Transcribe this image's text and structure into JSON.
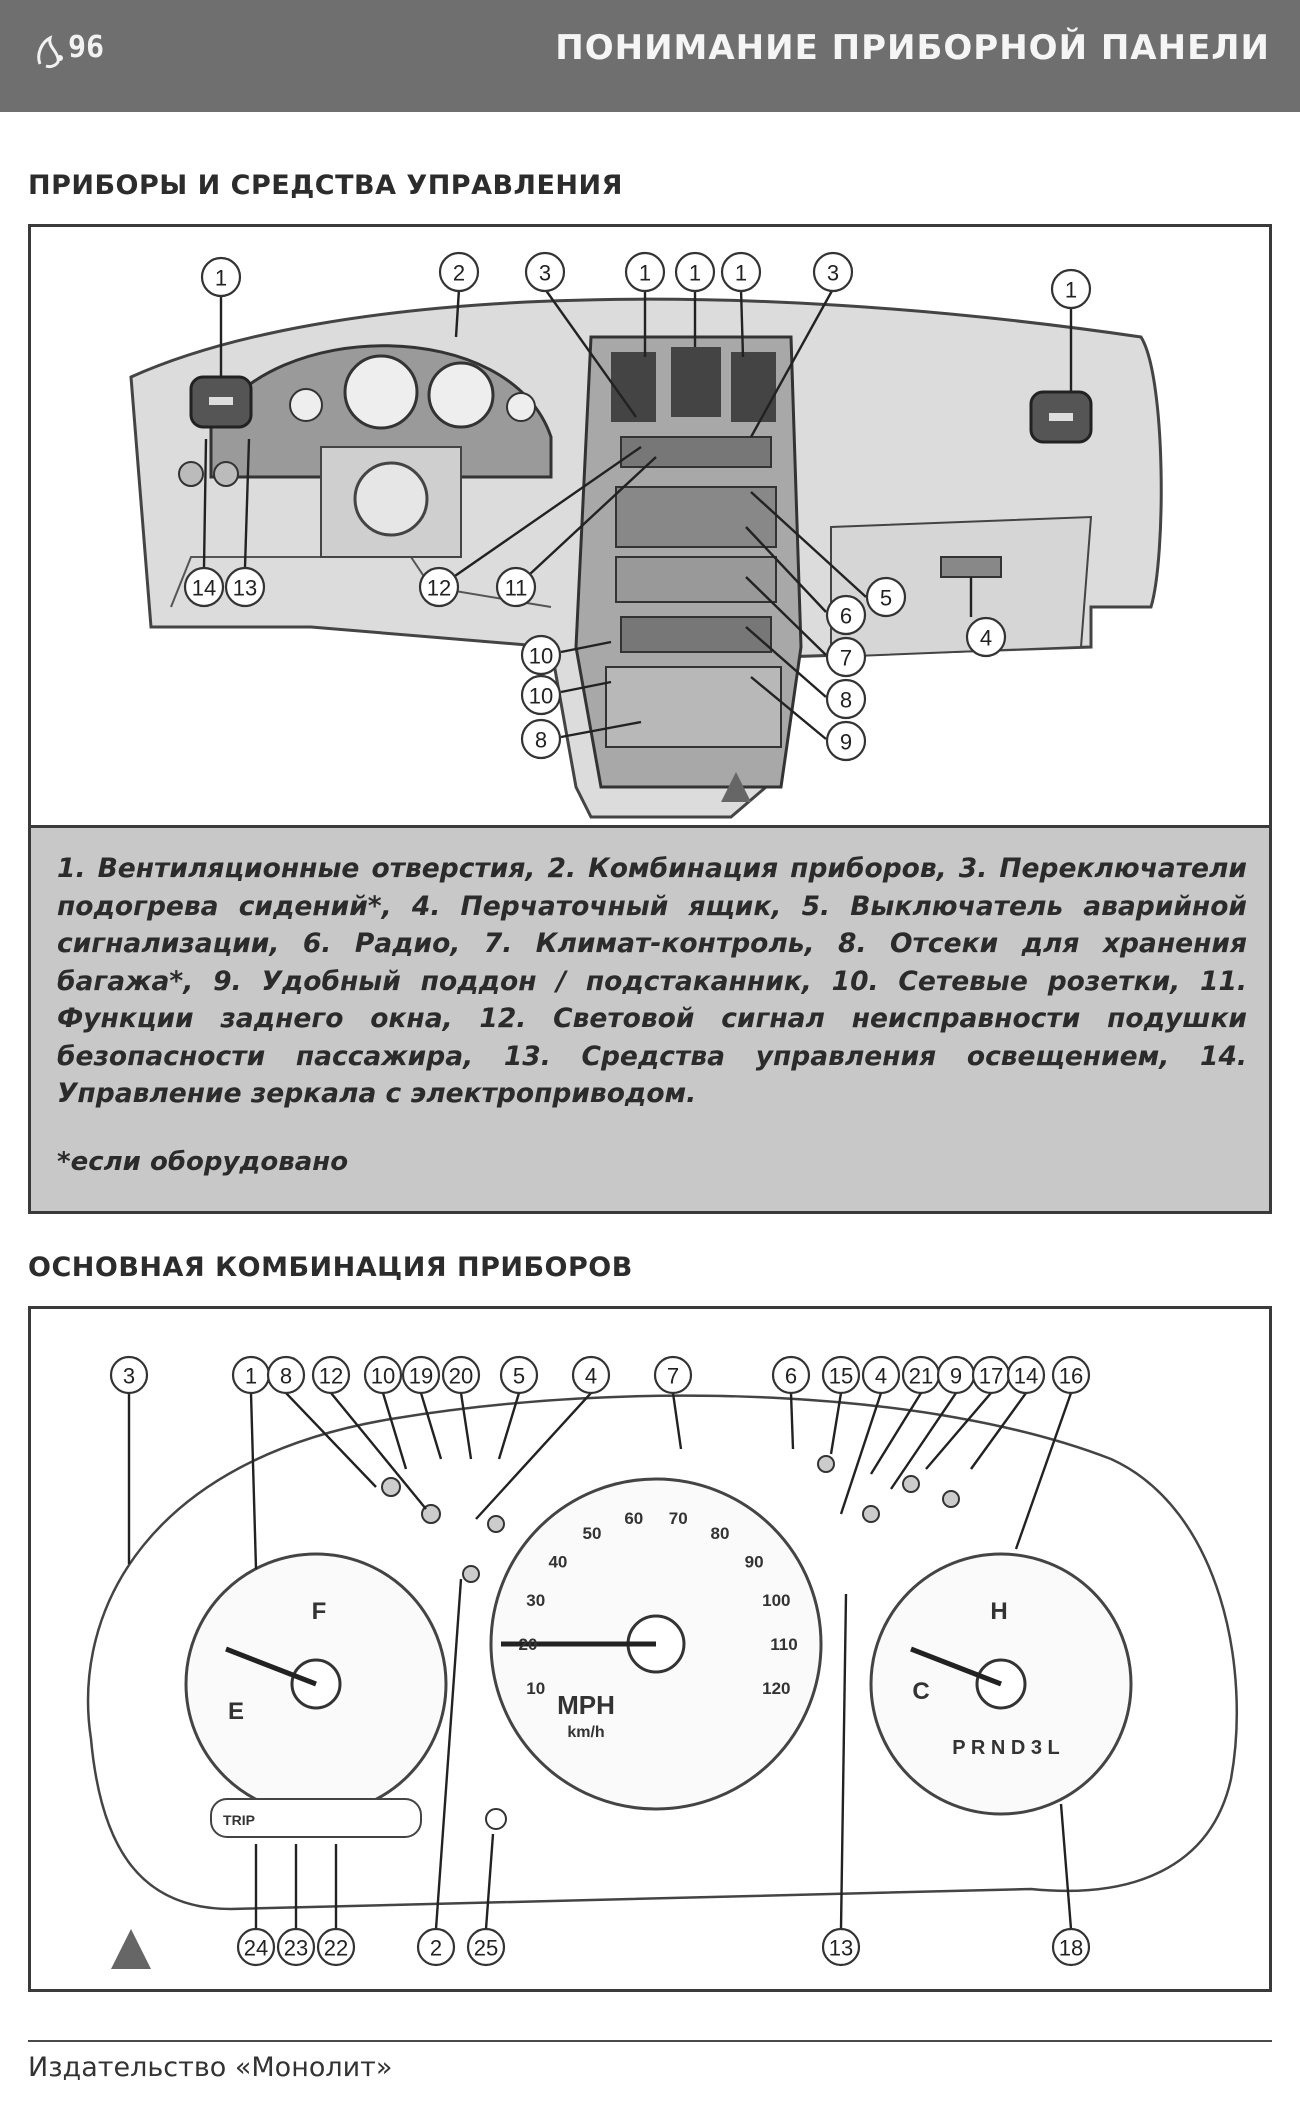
{
  "header": {
    "page_number": "96",
    "title": "ПОНИМАНИЕ ПРИБОРНОЙ ПАНЕЛИ"
  },
  "section1": {
    "title": "ПРИБОРЫ И СРЕДСТВА УПРАВЛЕНИЯ",
    "callouts": [
      "1",
      "2",
      "3",
      "1",
      "1",
      "1",
      "3",
      "1",
      "14",
      "13",
      "12",
      "11",
      "5",
      "4",
      "6",
      "10",
      "10",
      "7",
      "8",
      "8",
      "9"
    ],
    "caption": "1. Вентиляционные отверстия, 2. Комбинация приборов, 3. Переключатели подогрева сидений*, 4. Перчаточный ящик, 5. Выключатель аварийной сигнализации, 6. Радио, 7. Климат-контроль, 8. Отсеки для хранения багажа*, 9. Удобный поддон / подстаканник, 10. Сетевые розетки, 11. Функции заднего окна, 12. Световой сигнал неисправности подушки безопасности пассажира, 13. Средства управления освещением, 14. Управление зеркала с электроприводом.",
    "note": "*если оборудовано"
  },
  "section2": {
    "title": "ОСНОВНАЯ КОМБИНАЦИЯ ПРИБОРОВ",
    "callouts_top": [
      "3",
      "1",
      "8",
      "12",
      "10",
      "19",
      "20",
      "5",
      "4",
      "7",
      "6",
      "15",
      "4",
      "21",
      "9",
      "17",
      "14",
      "16"
    ],
    "callouts_bottom": [
      "24",
      "23",
      "22",
      "2",
      "25",
      "13",
      "18"
    ],
    "fuel_gauge": {
      "full": "F",
      "empty": "E"
    },
    "temp_gauge": {
      "hot": "H",
      "cold": "C"
    },
    "speedometer": {
      "unit": "MPH",
      "subunit": "km/h",
      "mph_ticks": [
        "10",
        "20",
        "30",
        "40",
        "50",
        "60",
        "70",
        "80",
        "90",
        "100",
        "110",
        "120"
      ]
    },
    "gear_indicator": "P R N D 3 L",
    "trip_label": "TRIP"
  },
  "footer": {
    "publisher": "Издательство «Монолит»"
  }
}
